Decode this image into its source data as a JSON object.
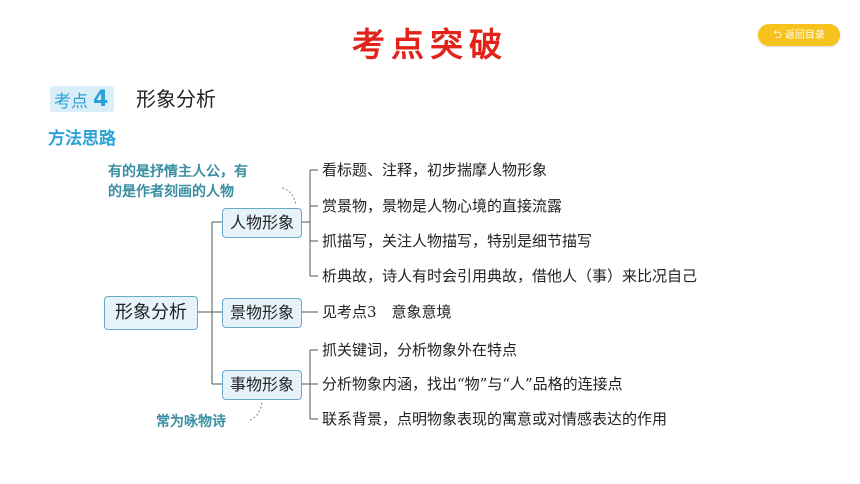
{
  "header": {
    "title": "考点突破",
    "back_button": {
      "label": "返回目录",
      "icon": "return-arrow-icon"
    }
  },
  "topic": {
    "label": "考点",
    "number": "4",
    "title": "形象分析"
  },
  "method_heading": "方法思路",
  "mindmap": {
    "root": "形象分析",
    "branches": [
      {
        "label": "人物形象",
        "items": [
          "看标题、注释，初步揣摩人物形象",
          "赏景物，景物是人物心境的直接流露",
          "抓描写，关注人物描写，特别是细节描写",
          "析典故，诗人有时会引用典故，借他人（事）来比况自己"
        ],
        "note_lines": [
          "有的是抒情主人公，有",
          "的是作者刻画的人物"
        ]
      },
      {
        "label": "景物形象",
        "items": [
          "见考点3　意象意境"
        ]
      },
      {
        "label": "事物形象",
        "items": [
          "抓关键词，分析物象外在特点",
          "分析物象内涵，找出“物”与“人”品格的连接点",
          "联系背景，点明物象表现的寓意或对情感表达的作用"
        ],
        "note_lines": [
          "常为咏物诗"
        ]
      }
    ]
  },
  "colors": {
    "title": "#e2231a",
    "accent": "#2aa2d8",
    "back_button": "#f6c21b",
    "box_fill": "#e6f3fb",
    "box_border": "#6aa7c9",
    "note": "#3b8fa3"
  }
}
